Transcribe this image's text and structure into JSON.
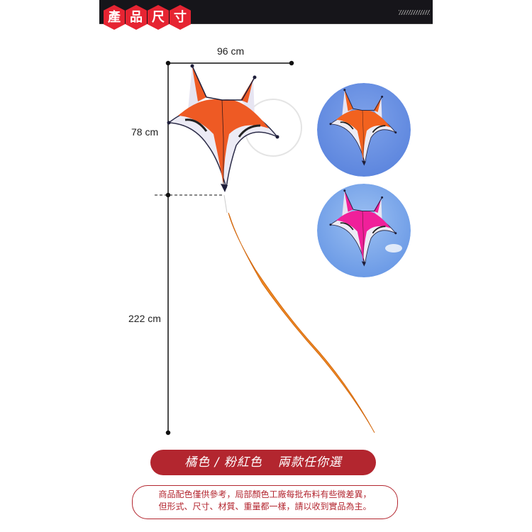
{
  "header": {
    "title_chars": [
      "產",
      "品",
      "尺",
      "寸"
    ],
    "accent_color": "#e62432",
    "bar_color": "#16151a"
  },
  "dimensions": {
    "width_label": "96 cm",
    "kite_height_label": "78 cm",
    "tail_length_label": "222 cm"
  },
  "colors_option": {
    "variants": [
      "橘色",
      "粉紅色"
    ],
    "separator": "/",
    "choice_text": "兩款任你選",
    "banner_color": "#b3262f"
  },
  "notice": {
    "line1": "商品配色僅供參考，局部顏色工廠每批布料有些微差異，",
    "line2": "但形式、尺寸、材質、重量都一樣，請以收到實品為主。"
  },
  "images": {
    "main": "orange-fox-kite-with-tail",
    "thumb1": "orange-fox-kite-in-sky",
    "thumb2": "pink-fox-kite-in-sky"
  }
}
